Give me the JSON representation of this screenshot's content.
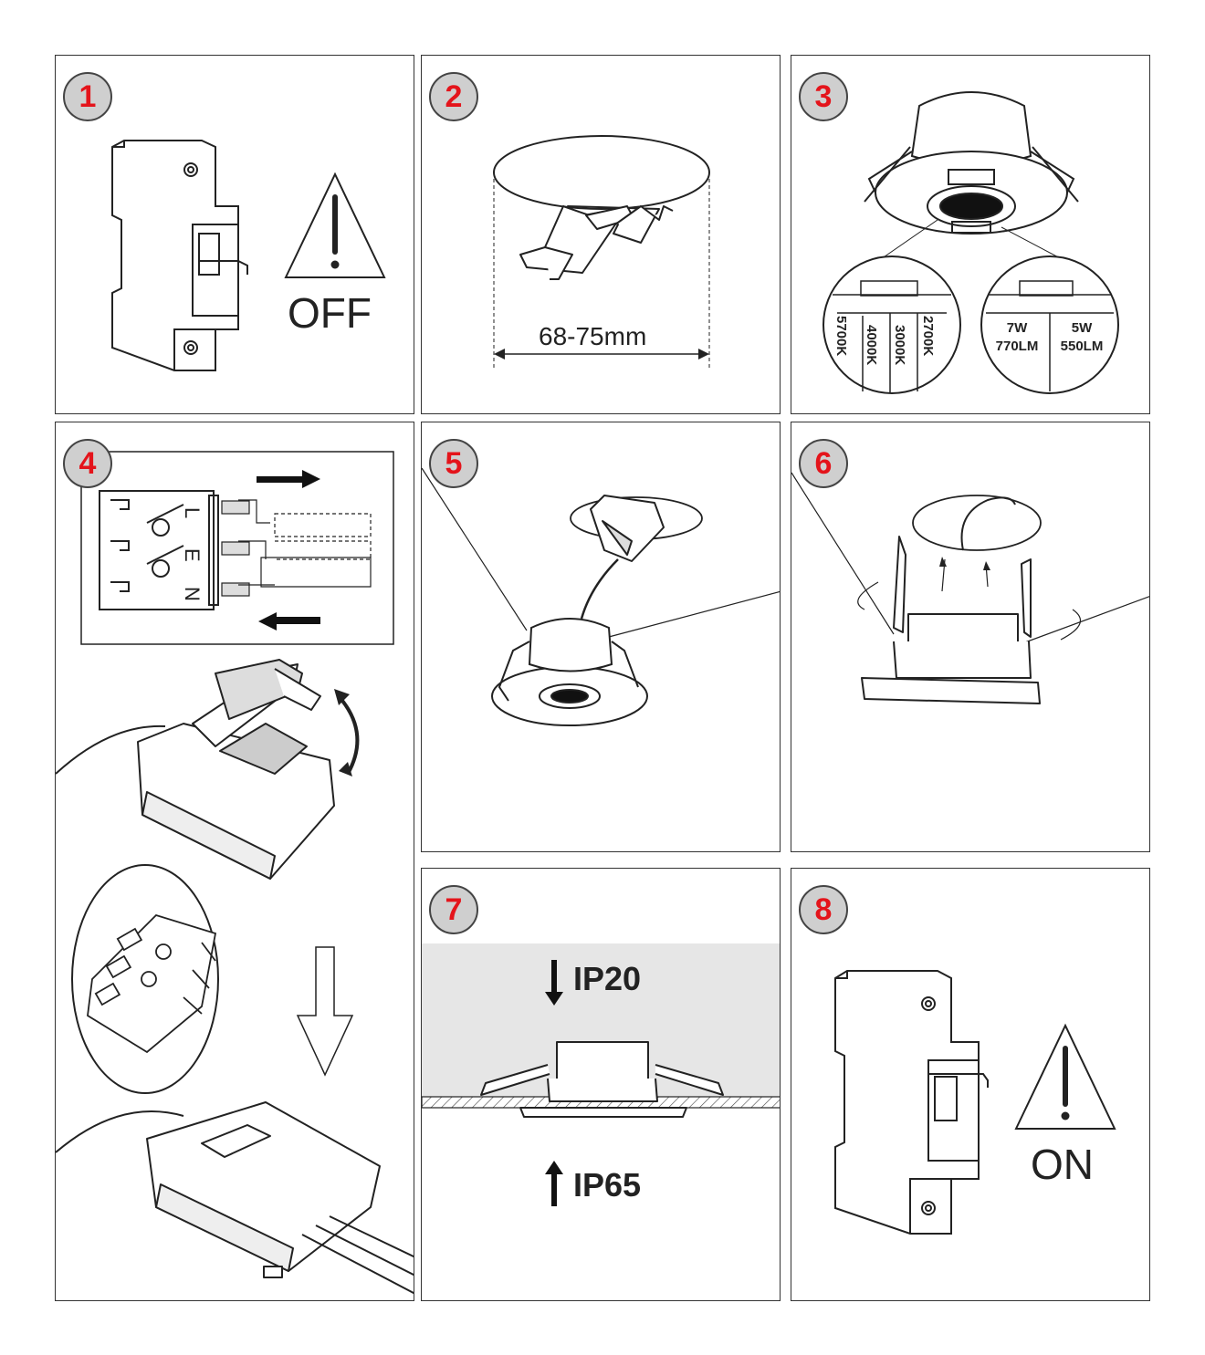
{
  "steps": [
    {
      "number": "1",
      "label": "OFF"
    },
    {
      "number": "2",
      "dimension": "68-75mm"
    },
    {
      "number": "3",
      "cct_options": [
        "5700K",
        "4000K",
        "3000K",
        "2700K"
      ],
      "power_options": [
        {
          "watt": "7W",
          "lumen": "770LM"
        },
        {
          "watt": "5W",
          "lumen": "550LM"
        }
      ]
    },
    {
      "number": "4",
      "terminal_letters": [
        "L",
        "E",
        "N"
      ]
    },
    {
      "number": "5"
    },
    {
      "number": "6"
    },
    {
      "number": "7",
      "rating_top": "IP20",
      "rating_bottom": "IP65"
    },
    {
      "number": "8",
      "label": "ON"
    }
  ],
  "colors": {
    "badge_number": "#e4141b",
    "badge_fill": "#cfcfcf",
    "ip_zone": "#e6e6e6"
  }
}
